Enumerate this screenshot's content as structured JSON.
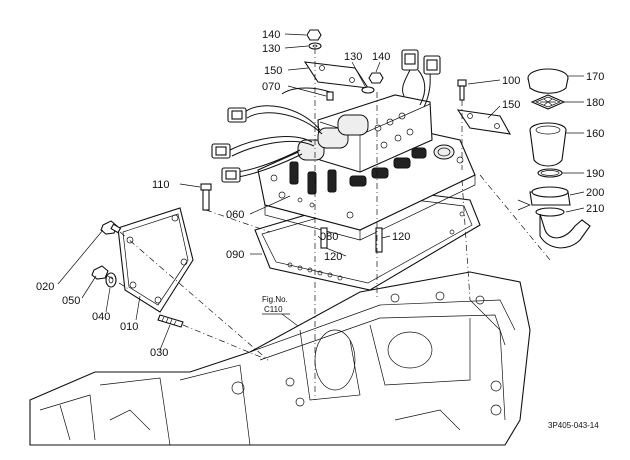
{
  "callouts": [
    {
      "id": "c140a",
      "text": "140"
    },
    {
      "id": "c130a",
      "text": "130"
    },
    {
      "id": "c150a",
      "text": "150"
    },
    {
      "id": "c070",
      "text": "070"
    },
    {
      "id": "c130b",
      "text": "130"
    },
    {
      "id": "c140b",
      "text": "140"
    },
    {
      "id": "c100",
      "text": "100"
    },
    {
      "id": "c150b",
      "text": "150"
    },
    {
      "id": "c170",
      "text": "170"
    },
    {
      "id": "c180",
      "text": "180"
    },
    {
      "id": "c160",
      "text": "160"
    },
    {
      "id": "c190",
      "text": "190"
    },
    {
      "id": "c200",
      "text": "200"
    },
    {
      "id": "c210",
      "text": "210"
    },
    {
      "id": "c110",
      "text": "110"
    },
    {
      "id": "c060",
      "text": "060"
    },
    {
      "id": "c080",
      "text": "080"
    },
    {
      "id": "c120a",
      "text": "120"
    },
    {
      "id": "c120b",
      "text": "120"
    },
    {
      "id": "c090",
      "text": "090"
    },
    {
      "id": "c020",
      "text": "020"
    },
    {
      "id": "c050",
      "text": "050"
    },
    {
      "id": "c040",
      "text": "040"
    },
    {
      "id": "c010",
      "text": "010"
    },
    {
      "id": "c030",
      "text": "030"
    }
  ],
  "figure_reference": {
    "line1": "Fig.No.",
    "line2": "C110"
  },
  "drawing_code": "3P405-043-14"
}
